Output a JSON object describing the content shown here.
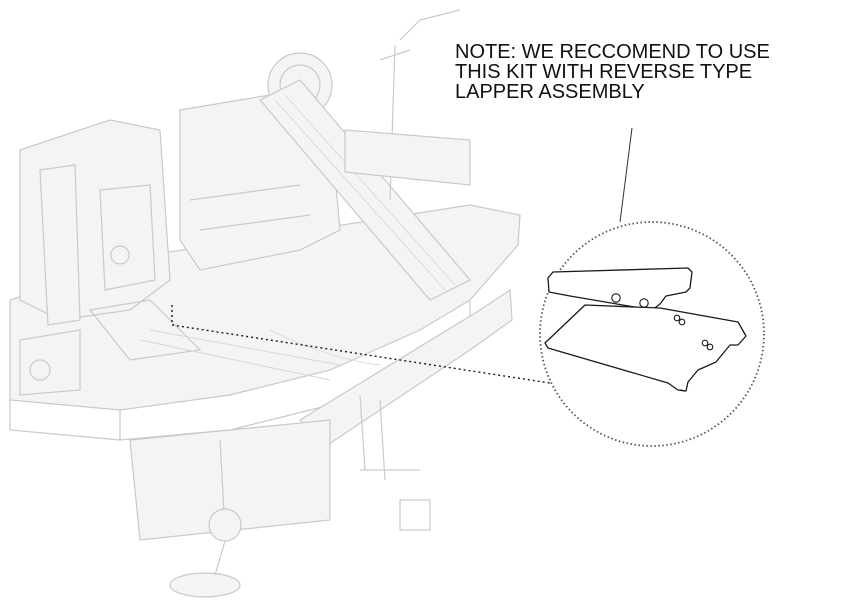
{
  "note": {
    "lines": [
      "NOTE: WE RECCOMEND TO USE",
      "THIS KIT WITH REVERSE TYPE",
      "LAPPER ASSEMBLY"
    ]
  },
  "colors": {
    "ink": "#1a1a1a",
    "machine_outline": "#c9c9c9",
    "background": "#ffffff"
  }
}
